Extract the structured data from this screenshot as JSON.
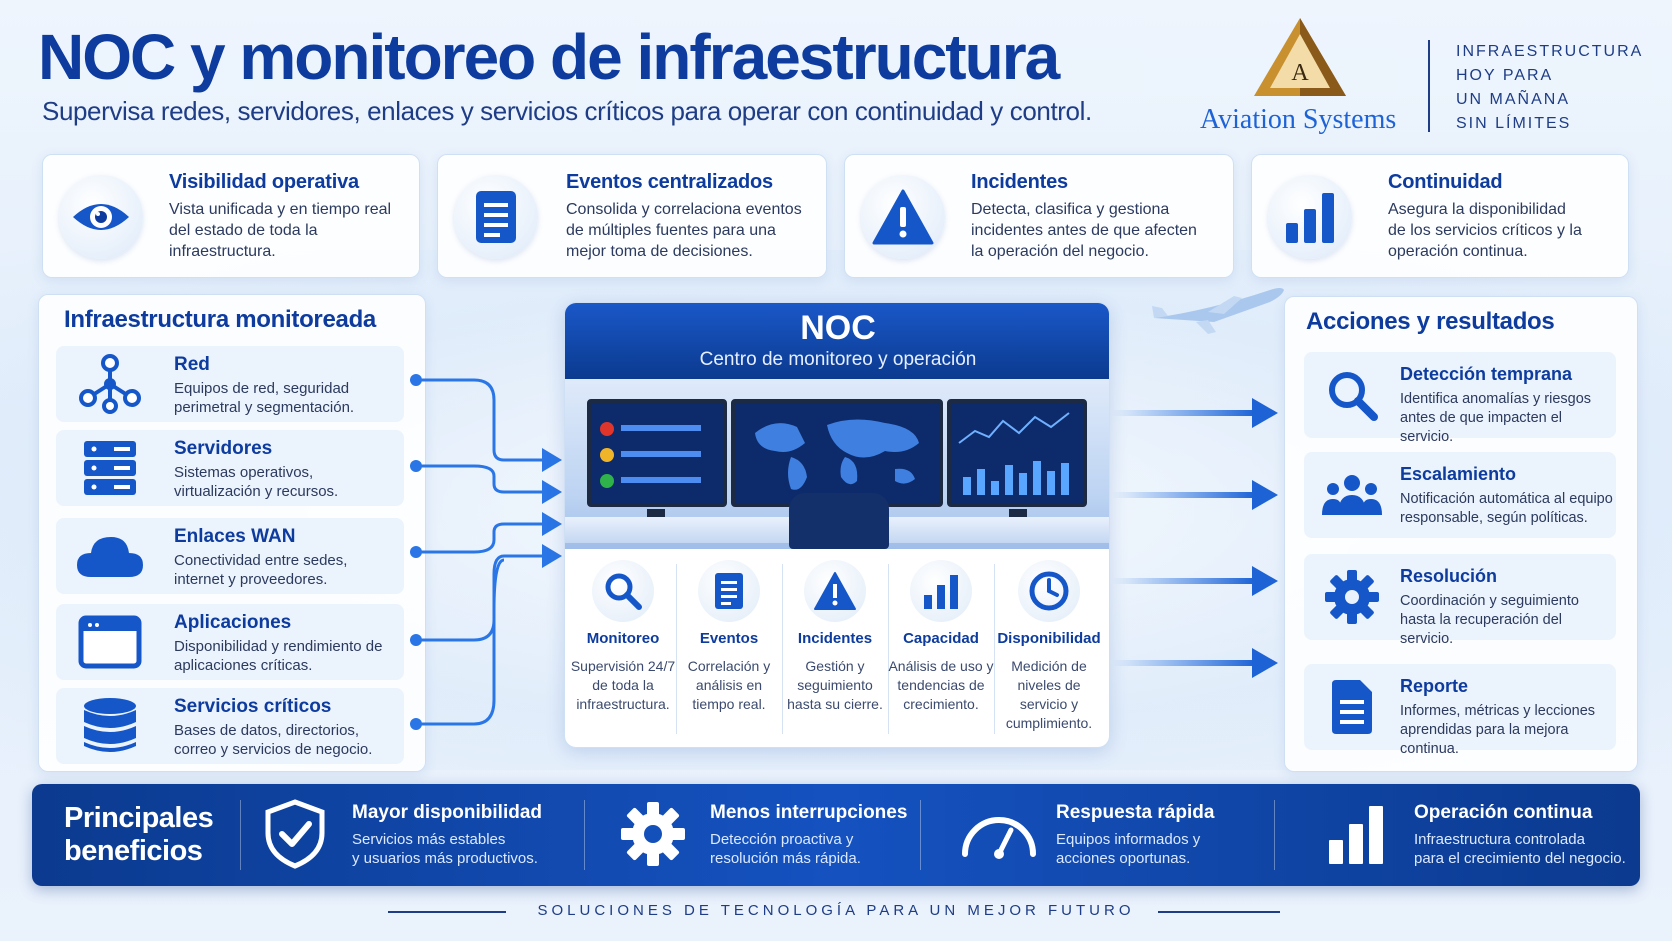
{
  "header": {
    "title": "NOC y monitoreo de infraestructura",
    "subtitle": "Supervisa redes, servidores, enlaces y servicios críticos para operar con continuidad y control.",
    "brand_letter": "A",
    "brand_name": "Aviation Systems",
    "tagline": [
      "INFRAESTRUCTURA",
      "HOY PARA",
      "UN MAÑANA",
      "SIN LÍMITES"
    ]
  },
  "features": [
    {
      "icon": "eye-icon",
      "title": "Visibilidad operativa",
      "desc": "Vista unificada y en tiempo real del estado de toda la infraestructura."
    },
    {
      "icon": "document-icon",
      "title": "Eventos centralizados",
      "desc": "Consolida y correlaciona eventos de múltiples fuentes para una mejor toma de decisiones."
    },
    {
      "icon": "warning-icon",
      "title": "Incidentes",
      "desc": "Detecta, clasifica y gestiona incidentes antes de que afecten la operación del negocio."
    },
    {
      "icon": "bar-chart-icon",
      "title": "Continuidad",
      "desc": "Asegura la disponibilidad de los servicios críticos y la operación continua."
    }
  ],
  "infra": {
    "title": "Infraestructura monitoreada",
    "items": [
      {
        "icon": "network-icon",
        "title": "Red",
        "desc": "Equipos de red, seguridad perimetral y segmentación."
      },
      {
        "icon": "server-icon",
        "title": "Servidores",
        "desc": "Sistemas operativos, virtualización y recursos."
      },
      {
        "icon": "cloud-icon",
        "title": "Enlaces WAN",
        "desc": "Conectividad entre sedes, internet y proveedores."
      },
      {
        "icon": "app-window-icon",
        "title": "Aplicaciones",
        "desc": "Disponibilidad y rendimiento de aplicaciones críticas."
      },
      {
        "icon": "database-icon",
        "title": "Servicios críticos",
        "desc": "Bases de datos, directorios, correo y servicios de negocio."
      }
    ]
  },
  "noc": {
    "title": "NOC",
    "subtitle": "Centro de monitoreo y operación",
    "columns": [
      {
        "icon": "search-icon",
        "title": "Monitoreo",
        "desc": "Supervisión 24/7 de toda la infraestructura."
      },
      {
        "icon": "document-icon",
        "title": "Eventos",
        "desc": "Correlación y análisis en tiempo real."
      },
      {
        "icon": "warning-icon",
        "title": "Incidentes",
        "desc": "Gestión y seguimiento hasta su cierre."
      },
      {
        "icon": "bar-chart-icon",
        "title": "Capacidad",
        "desc": "Análisis de uso y tendencias de crecimiento."
      },
      {
        "icon": "clock-icon",
        "title": "Disponibilidad",
        "desc": "Medición de niveles de servicio y cumplimiento."
      }
    ]
  },
  "actions": {
    "title": "Acciones y resultados",
    "items": [
      {
        "icon": "search-icon",
        "title": "Detección temprana",
        "desc": "Identifica anomalías y riesgos antes de que impacten el servicio."
      },
      {
        "icon": "team-icon",
        "title": "Escalamiento",
        "desc": "Notificación automática al equipo responsable, según políticas."
      },
      {
        "icon": "gear-icon",
        "title": "Resolución",
        "desc": "Coordinación y seguimiento hasta la recuperación del servicio."
      },
      {
        "icon": "report-icon",
        "title": "Reporte",
        "desc": "Informes, métricas y lecciones aprendidas para la mejora continua."
      }
    ]
  },
  "benefits": {
    "title_line1": "Principales",
    "title_line2": "beneficios",
    "items": [
      {
        "icon": "shield-check-icon",
        "title": "Mayor disponibilidad",
        "desc_line1": "Servicios más estables",
        "desc_line2": "y usuarios más productivos."
      },
      {
        "icon": "gear-icon",
        "title": "Menos interrupciones",
        "desc_line1": "Detección proactiva y",
        "desc_line2": "resolución más rápida."
      },
      {
        "icon": "gauge-icon",
        "title": "Respuesta rápida",
        "desc_line1": "Equipos informados y",
        "desc_line2": "acciones oportunas."
      },
      {
        "icon": "bar-chart-icon",
        "title": "Operación continua",
        "desc_line1": "Infraestructura controlada",
        "desc_line2": "para el crecimiento del negocio."
      }
    ]
  },
  "footer": {
    "text": "SOLUCIONES DE TECNOLOGÍA PARA UN MEJOR FUTURO"
  },
  "colors": {
    "primary": "#0d3b9e",
    "accent": "#1e63d6",
    "banner": "#0b3a8f",
    "gold": "#c8902e"
  }
}
